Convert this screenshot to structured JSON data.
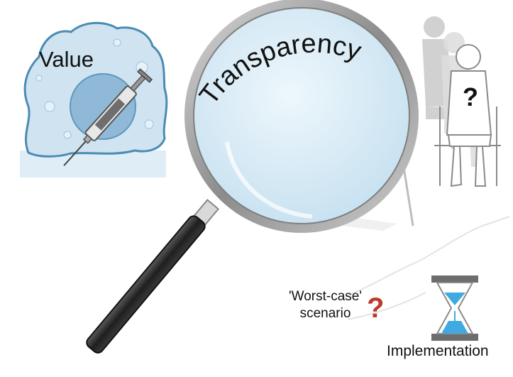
{
  "labels": {
    "value": "Value",
    "transparency": "Transparency",
    "worst_case_line1": "'Worst-case'",
    "worst_case_line2": "scenario",
    "implementation": "Implementation",
    "question_mark": "?"
  },
  "colors": {
    "cell_fill": "#cfe3f0",
    "cell_stroke": "#4b8bb3",
    "nucleus": "#8fb9d6",
    "lens": "#d9ecf7",
    "question_red": "#c0392b",
    "sand_blue": "#3fa9e0"
  },
  "icons": [
    "cell-icon",
    "syringe-icon",
    "magnifying-glass-icon",
    "seated-person-icon",
    "hourglass-icon",
    "arm-outline-icon"
  ]
}
